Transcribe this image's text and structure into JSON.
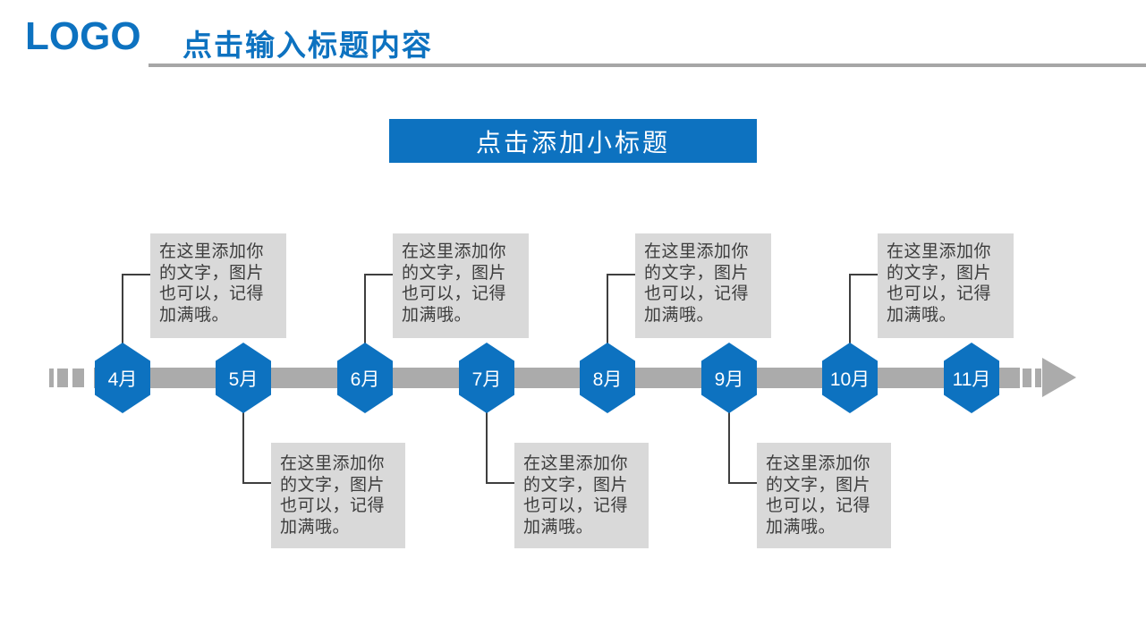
{
  "header": {
    "logo_text": "LOGO",
    "title": "点击输入标题内容"
  },
  "banner": {
    "label": "点击添加小标题"
  },
  "timeline": {
    "note_text": "在这里添加你的文字，图片也可以，记得加满哦。",
    "direction": "left-to-right",
    "months": [
      {
        "label": "4月",
        "note_position": "top"
      },
      {
        "label": "5月",
        "note_position": "bottom"
      },
      {
        "label": "6月",
        "note_position": "top"
      },
      {
        "label": "7月",
        "note_position": "bottom"
      },
      {
        "label": "8月",
        "note_position": "top"
      },
      {
        "label": "9月",
        "note_position": "bottom"
      },
      {
        "label": "10月",
        "note_position": "top"
      },
      {
        "label": "11月",
        "note_position": "none"
      }
    ]
  },
  "colors": {
    "accent_blue": "#0d72c0",
    "bar_gray": "#ababab",
    "note_box_gray": "#d9d9d9",
    "note_text_color": "#3d3d3d",
    "header_rule_gray": "#a6a6a6",
    "connector_color": "#3f3f3f"
  }
}
